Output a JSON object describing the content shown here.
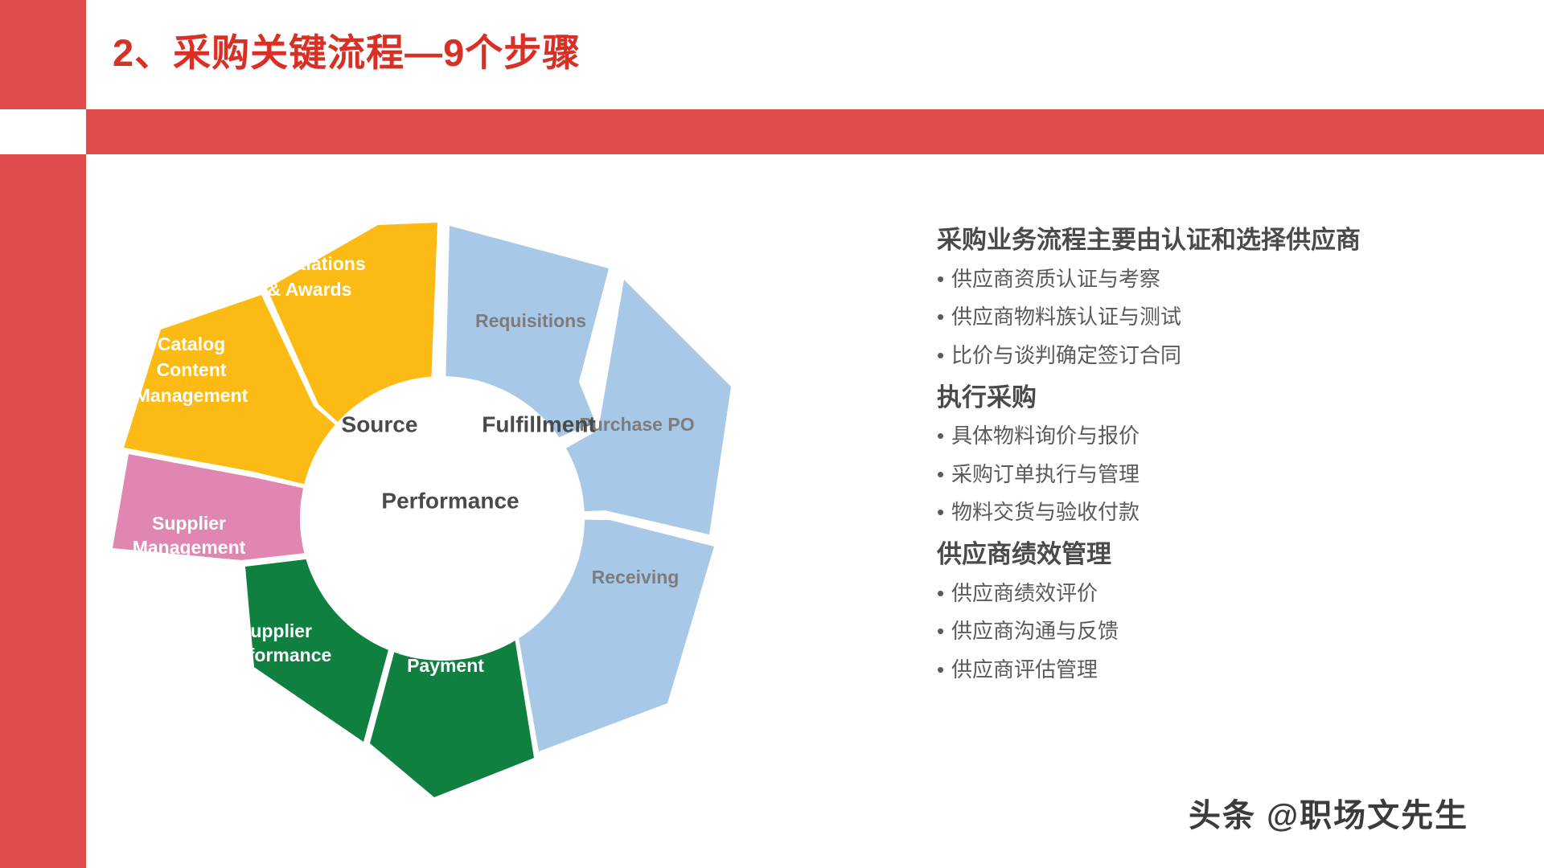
{
  "slide": {
    "title": "2、采购关键流程—9个步骤",
    "accent_color": "#e04b4b",
    "title_color": "#d83025",
    "watermark": "头条 @职场文先生"
  },
  "wheel": {
    "hub": {
      "source_label": "Source",
      "fulfillment_label": "Fulfillment",
      "performance_label": "Performance"
    },
    "colors": {
      "yellow": "#fcbb14",
      "blue": "#a8c8e8",
      "pink": "#e186b0",
      "green": "#0f8040",
      "label_on_color": "#ffffff",
      "label_on_blue": "#7c7c7c"
    },
    "segments": [
      {
        "id": "requisitions",
        "label": "Requisitions",
        "label_lines": [
          "Requisitions"
        ],
        "color": "#a8c8e8",
        "text_style": "on-blue"
      },
      {
        "id": "purchase-po",
        "label": "Purchase PO",
        "label_lines": [
          "Purchase PO"
        ],
        "color": "#a8c8e8",
        "text_style": "on-blue"
      },
      {
        "id": "receiving",
        "label": "Receiving",
        "label_lines": [
          "Receiving"
        ],
        "color": "#a8c8e8",
        "text_style": "on-blue"
      },
      {
        "id": "payment",
        "label": "Payment",
        "label_lines": [
          "Payment"
        ],
        "color": "#0f8040",
        "text_style": "on-color"
      },
      {
        "id": "supplier-performance",
        "label": "Supplier Performance",
        "label_lines": [
          "Supplier",
          "Performance"
        ],
        "color": "#0f8040",
        "text_style": "on-color"
      },
      {
        "id": "supplier-management",
        "label": "Supplier Management",
        "label_lines": [
          "Supplier",
          "Management"
        ],
        "color": "#e186b0",
        "text_style": "on-color"
      },
      {
        "id": "catalog-content-management",
        "label": "Catalog Content Management",
        "label_lines": [
          "Catalog",
          "Content",
          "Management"
        ],
        "color": "#fcbb14",
        "text_style": "on-color"
      },
      {
        "id": "negotiations-awards",
        "label": "Negotiations & Awards",
        "label_lines": [
          "Negotiations",
          "& Awards"
        ],
        "color": "#fcbb14",
        "text_style": "on-color"
      }
    ]
  },
  "text_panel": {
    "sections": [
      {
        "heading": "采购业务流程主要由认证和选择供应商",
        "bullets": [
          "供应商资质认证与考察",
          "供应商物料族认证与测试",
          "比价与谈判确定签订合同"
        ]
      },
      {
        "heading": "执行采购",
        "bullets": [
          "具体物料询价与报价",
          "采购订单执行与管理",
          "物料交货与验收付款"
        ]
      },
      {
        "heading": "供应商绩效管理",
        "bullets": [
          "供应商绩效评价",
          "供应商沟通与反馈",
          "供应商评估管理"
        ]
      }
    ],
    "bullet_glyph": "•"
  }
}
